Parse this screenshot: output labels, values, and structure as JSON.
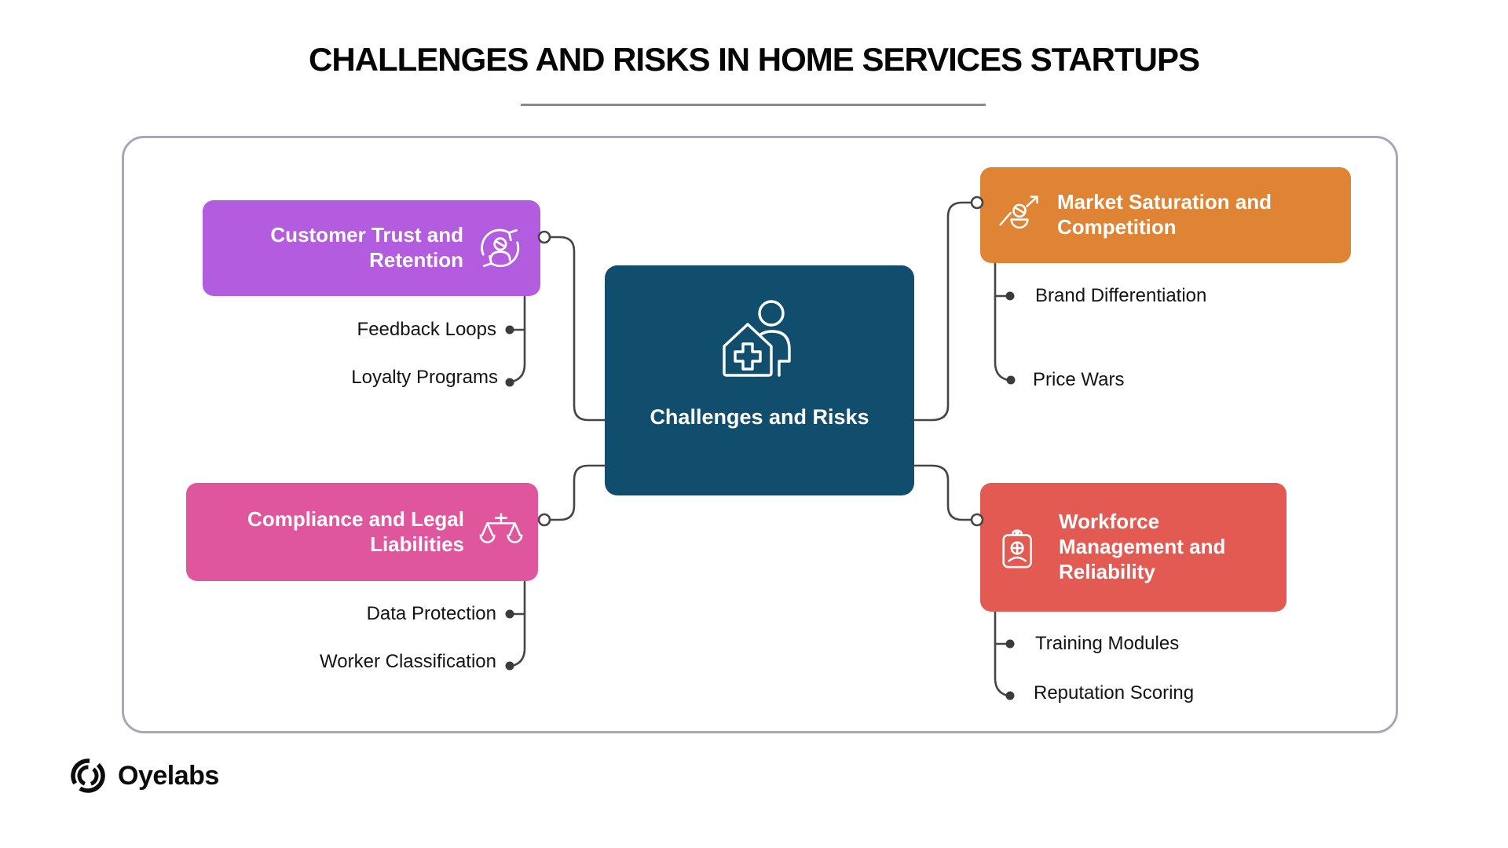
{
  "title": "CHALLENGES AND RISKS IN HOME SERVICES STARTUPS",
  "center_node": {
    "label": "Challenges and Risks",
    "icon": "home-service-person-icon"
  },
  "branches": [
    {
      "label": "Customer Trust and Retention",
      "icon": "customer-retention-icon",
      "side": "left",
      "children": [
        "Feedback Loops",
        "Loyalty Programs"
      ]
    },
    {
      "label": "Compliance and Legal Liabilities",
      "icon": "legal-scales-icon",
      "side": "left",
      "children": [
        "Data Protection",
        "Worker Classification"
      ]
    },
    {
      "label": "Market Saturation and Competition",
      "icon": "market-growth-icon",
      "side": "right",
      "children": [
        "Brand Differentiation",
        "Price Wars"
      ]
    },
    {
      "label": "Workforce Management and Reliability",
      "icon": "workforce-badge-icon",
      "side": "right",
      "children": [
        "Training Modules",
        "Reputation Scoring"
      ]
    }
  ],
  "footer": {
    "brand": "Oyelabs",
    "logo_icon": "oyelabs-logo-icon"
  },
  "colors": {
    "center": "#114e6e",
    "customer_trust": "#b45ce0",
    "compliance": "#e0569d",
    "market": "#df8334",
    "workforce": "#e25a52",
    "connector": "#454545",
    "frame_border": "#a9a6ba",
    "underline": "#8a8a8a"
  }
}
